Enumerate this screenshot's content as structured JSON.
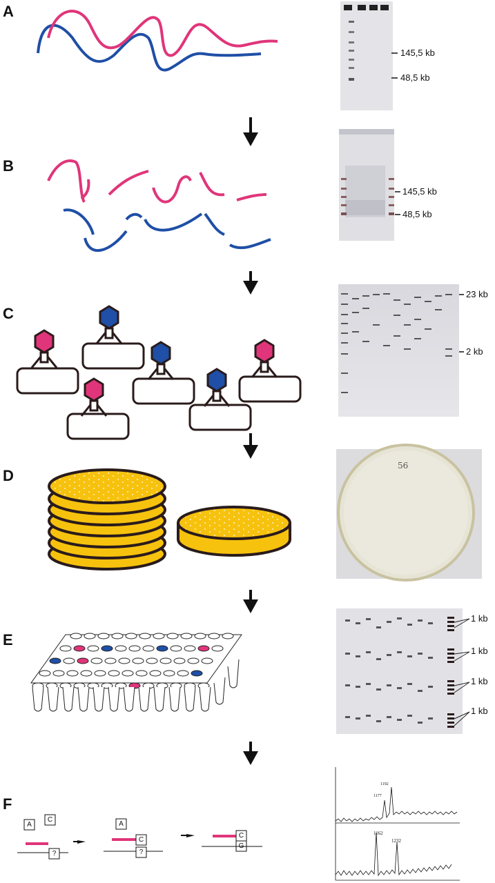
{
  "panels": [
    {
      "letter": "A",
      "size_labels": [
        "145,5 kb",
        "48,5 kb"
      ]
    },
    {
      "letter": "B",
      "size_labels": [
        "145,5 kb",
        "48,5 kb"
      ]
    },
    {
      "letter": "C",
      "size_labels": [
        "23 kb",
        "2 kb"
      ]
    },
    {
      "letter": "D",
      "plate_label": "56"
    },
    {
      "letter": "E",
      "size_labels": [
        "1 kb",
        "1 kb",
        "1 kb",
        "1 kb"
      ]
    },
    {
      "letter": "F",
      "box_letters": [
        "A",
        "C",
        "?",
        "A",
        "C",
        "?",
        "C",
        "G"
      ],
      "peak_labels": [
        "1192",
        "1177",
        "1162",
        "1232"
      ]
    }
  ],
  "colors": {
    "strand_pink": "#e0357a",
    "strand_blue": "#1f4fa6",
    "agar": "#f7c20e",
    "outline": "#2a1b1b"
  }
}
